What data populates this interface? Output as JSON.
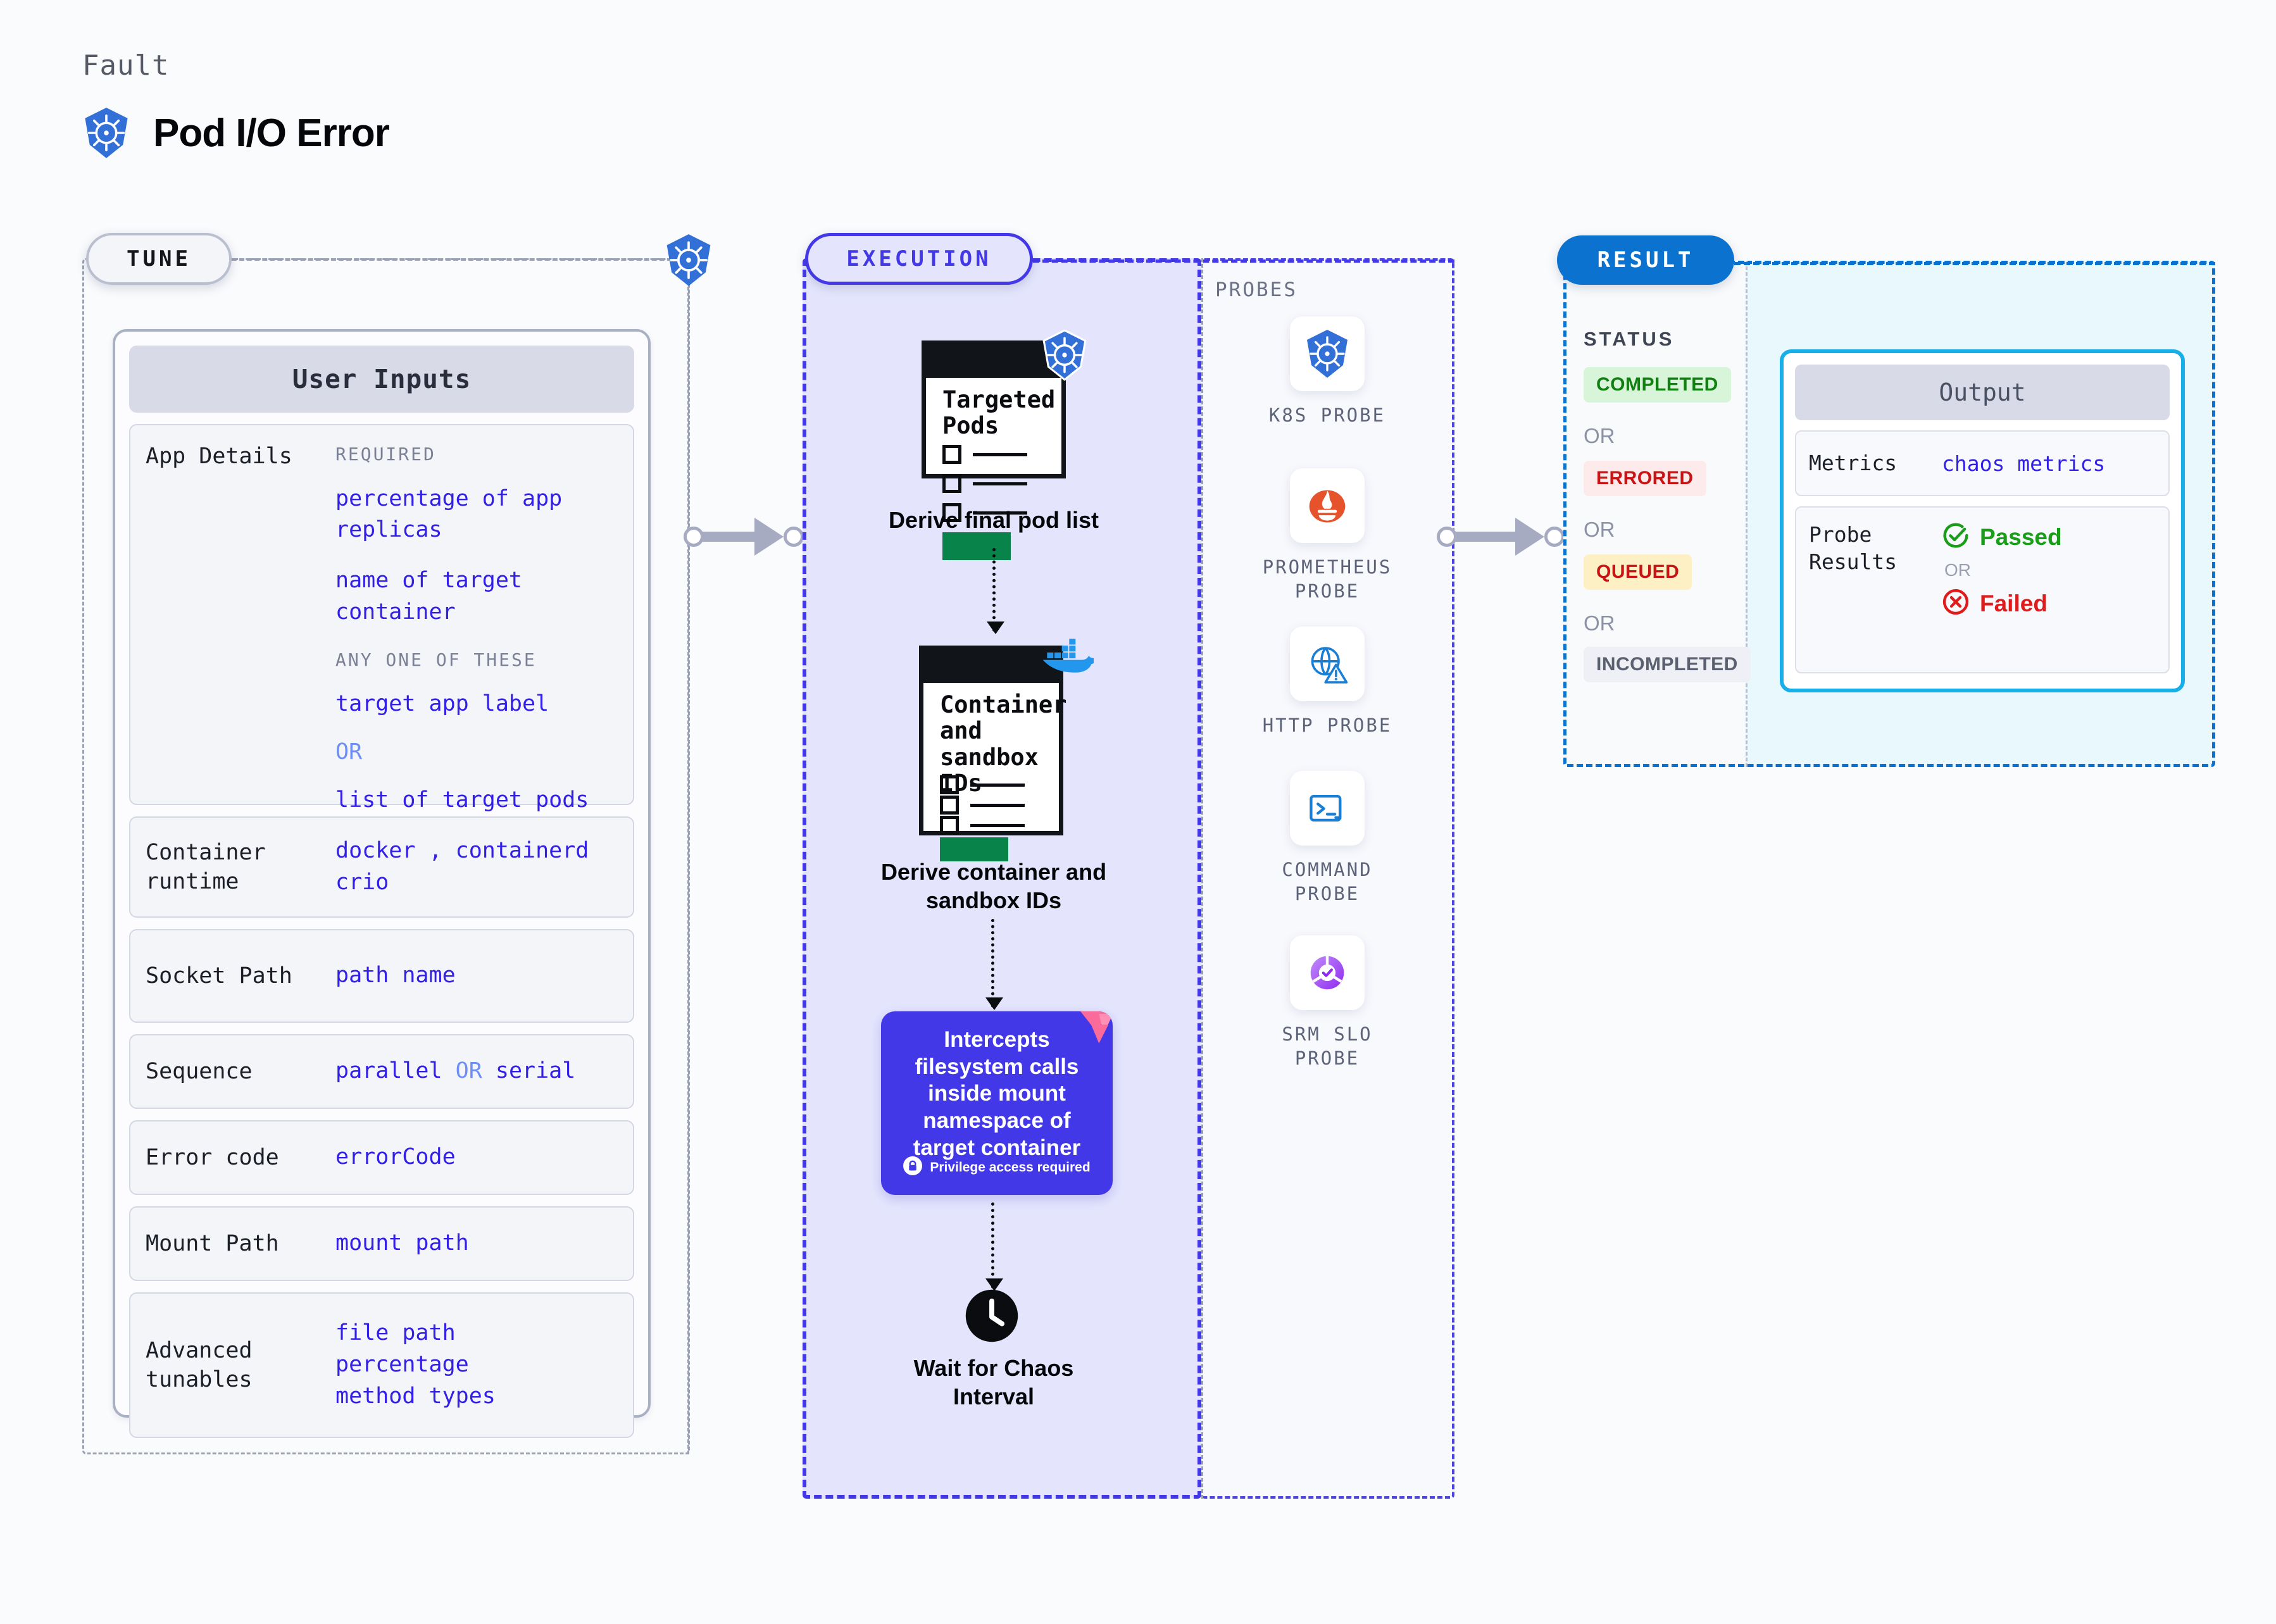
{
  "header": {
    "kicker": "Fault",
    "title": "Pod I/O Error",
    "icon": "kubernetes-icon"
  },
  "tune": {
    "tag": "TUNE",
    "card_title": "User Inputs",
    "rows": [
      {
        "label": "App Details",
        "groups": [
          {
            "caption": "REQUIRED",
            "values": [
              "percentage of app\nreplicas",
              "name of target\ncontainer"
            ]
          },
          {
            "caption": "ANY ONE OF THESE",
            "values": [
              "target app label",
              "OR",
              "list of target pods"
            ]
          }
        ]
      },
      {
        "label": "Container\nruntime",
        "values_line1": "docker , containerd",
        "values_line2": "crio"
      },
      {
        "label": "Socket Path",
        "value": "path name"
      },
      {
        "label": "Sequence",
        "value_a": "parallel",
        "or": "OR",
        "value_b": "serial"
      },
      {
        "label": "Error code",
        "value": "errorCode"
      },
      {
        "label": "Mount Path",
        "value": "mount path"
      },
      {
        "label": "Advanced\ntunables",
        "values": [
          "file path",
          "percentage",
          "method types"
        ]
      }
    ]
  },
  "execution": {
    "tag": "EXECUTION",
    "steps": [
      {
        "note_title": "Targeted\nPods",
        "caption": "Derive final pod list",
        "icon": "kubernetes-icon"
      },
      {
        "note_title": "Container\nand\nsandbox\nIDs",
        "caption": "Derive container and\nsandbox IDs",
        "icon": "docker-icon"
      }
    ],
    "intercept": {
      "text": "Intercepts filesystem calls inside mount namespace of target container",
      "privilege_note": "Privilege access required",
      "privilege_icon": "lock-icon",
      "corner_icon": "litmus-icon"
    },
    "wait": {
      "caption": "Wait for Chaos\nInterval",
      "icon": "clock-icon"
    }
  },
  "probes": {
    "label": "PROBES",
    "items": [
      {
        "name": "K8S PROBE",
        "icon": "kubernetes-icon"
      },
      {
        "name": "PROMETHEUS\nPROBE",
        "icon": "prometheus-icon"
      },
      {
        "name": "HTTP PROBE",
        "icon": "globe-warning-icon"
      },
      {
        "name": "COMMAND\nPROBE",
        "icon": "terminal-icon"
      },
      {
        "name": "SRM SLO\nPROBE",
        "icon": "srm-slo-icon"
      }
    ]
  },
  "result": {
    "tag": "RESULT",
    "status_label": "STATUS",
    "or_text": "OR",
    "statuses": [
      {
        "label": "COMPLETED",
        "bg": "#d9f5d9",
        "fg": "#108010"
      },
      {
        "label": "ERRORED",
        "bg": "#fdeaea",
        "fg": "#c81414"
      },
      {
        "label": "QUEUED",
        "bg": "#fcf0c4",
        "fg": "#c81414"
      },
      {
        "label": "INCOMPLETED",
        "bg": "#eff0f5",
        "fg": "#5a6070"
      }
    ],
    "output": {
      "title": "Output",
      "metrics_label": "Metrics",
      "metrics_value": "chaos metrics",
      "probe_label": "Probe\nResults",
      "passed": "Passed",
      "failed": "Failed",
      "or": "OR",
      "passed_icon": "check-circle-icon",
      "failed_icon": "x-circle-icon"
    }
  },
  "colors": {
    "brand_indigo": "#4338e8",
    "k8s_blue": "#3270d8",
    "result_blue": "#0b72cf",
    "output_cyan": "#18aee8",
    "value_blue": "#3320e6",
    "or_blue": "#6e8ef5",
    "green": "#108010",
    "red": "#c81414"
  }
}
